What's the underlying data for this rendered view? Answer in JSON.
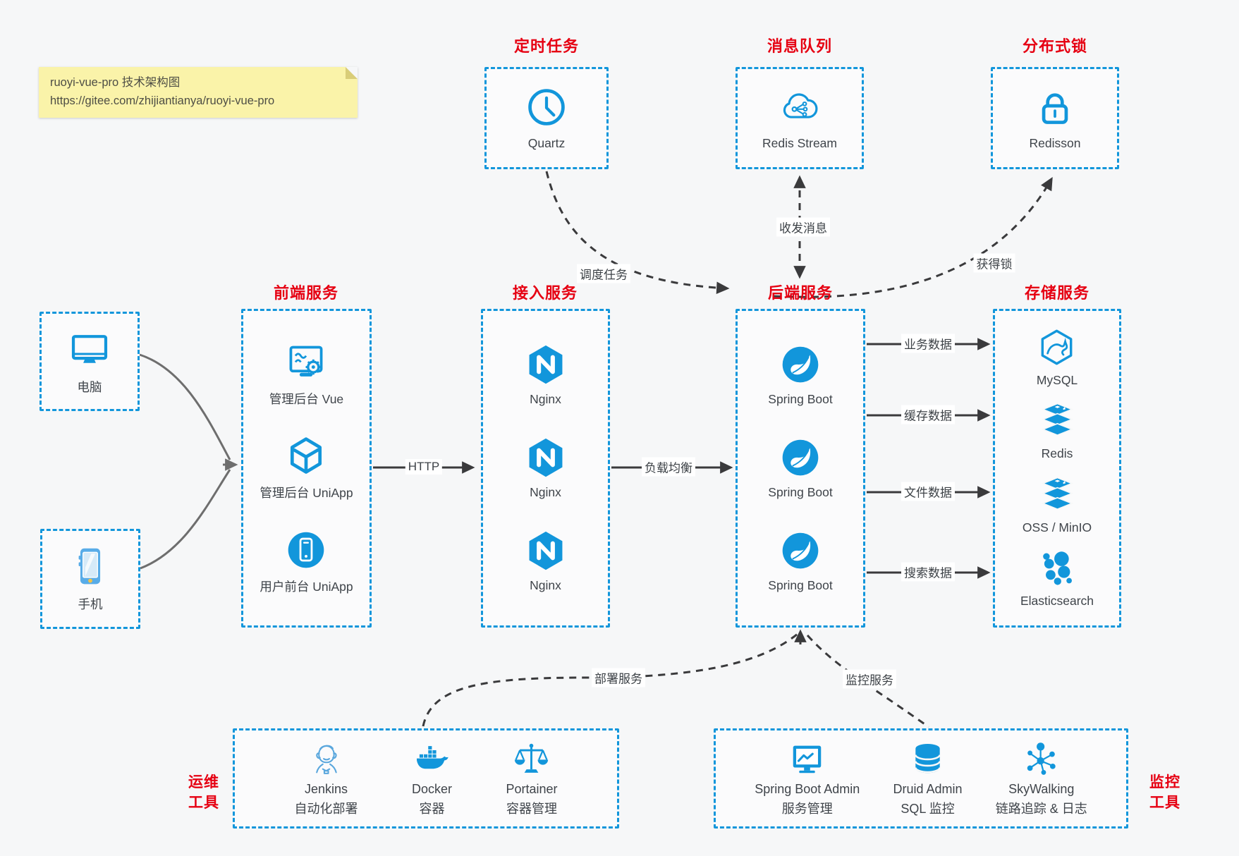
{
  "note": {
    "line1": "ruoyi-vue-pro 技术架构图",
    "line2": "https://gitee.com/zhijiantianya/ruoyi-vue-pro"
  },
  "colors": {
    "accent_blue": "#1296db",
    "title_red": "#e60012",
    "arrow_dark": "#3a3a3c",
    "curve_gray": "#6e6e6e",
    "note_bg": "#faf3a9"
  },
  "top_services": [
    {
      "title": "定时任务",
      "item": {
        "icon": "clock-icon",
        "label": "Quartz"
      }
    },
    {
      "title": "消息队列",
      "item": {
        "icon": "cloud-stream-icon",
        "label": "Redis Stream"
      }
    },
    {
      "title": "分布式锁",
      "item": {
        "icon": "lock-icon",
        "label": "Redisson"
      }
    }
  ],
  "clients": [
    {
      "icon": "desktop-icon",
      "label": "电脑"
    },
    {
      "icon": "phone-icon",
      "label": "手机"
    }
  ],
  "columns": [
    {
      "title": "前端服务",
      "items": [
        {
          "icon": "admin-vue-icon",
          "label": "管理后台 Vue"
        },
        {
          "icon": "cube-icon",
          "label": "管理后台 UniApp"
        },
        {
          "icon": "app-circle-icon",
          "label": "用户前台 UniApp"
        }
      ]
    },
    {
      "title": "接入服务",
      "items": [
        {
          "icon": "nginx-icon",
          "label": "Nginx"
        },
        {
          "icon": "nginx-icon",
          "label": "Nginx"
        },
        {
          "icon": "nginx-icon",
          "label": "Nginx"
        }
      ]
    },
    {
      "title": "后端服务",
      "items": [
        {
          "icon": "spring-icon",
          "label": "Spring Boot"
        },
        {
          "icon": "spring-icon",
          "label": "Spring Boot"
        },
        {
          "icon": "spring-icon",
          "label": "Spring Boot"
        }
      ]
    },
    {
      "title": "存储服务",
      "items": [
        {
          "icon": "mysql-icon",
          "label": "MySQL"
        },
        {
          "icon": "redis-icon",
          "label": "Redis"
        },
        {
          "icon": "redis-icon",
          "label": "OSS / MinIO"
        },
        {
          "icon": "elasticsearch-icon",
          "label": "Elasticsearch"
        }
      ]
    }
  ],
  "edges": {
    "http": "HTTP",
    "load_balance": "负载均衡",
    "schedule": "调度任务",
    "message": "收发消息",
    "lock": "获得锁",
    "deploy": "部署服务",
    "monitor": "监控服务",
    "data": [
      "业务数据",
      "缓存数据",
      "文件数据",
      "搜索数据"
    ]
  },
  "bottom": {
    "ops": {
      "title_lines": [
        "运维",
        "工具"
      ],
      "items": [
        {
          "icon": "jenkins-icon",
          "label1": "Jenkins",
          "label2": "自动化部署"
        },
        {
          "icon": "docker-icon",
          "label1": "Docker",
          "label2": "容器"
        },
        {
          "icon": "portainer-icon",
          "label1": "Portainer",
          "label2": "容器管理"
        }
      ]
    },
    "monitoring": {
      "title_lines": [
        "监控",
        "工具"
      ],
      "items": [
        {
          "icon": "spring-boot-admin-icon",
          "label1": "Spring Boot Admin",
          "label2": "服务管理"
        },
        {
          "icon": "druid-icon",
          "label1": "Druid Admin",
          "label2": "SQL 监控"
        },
        {
          "icon": "skywalking-icon",
          "label1": "SkyWalking",
          "label2": "链路追踪 & 日志"
        }
      ]
    }
  }
}
